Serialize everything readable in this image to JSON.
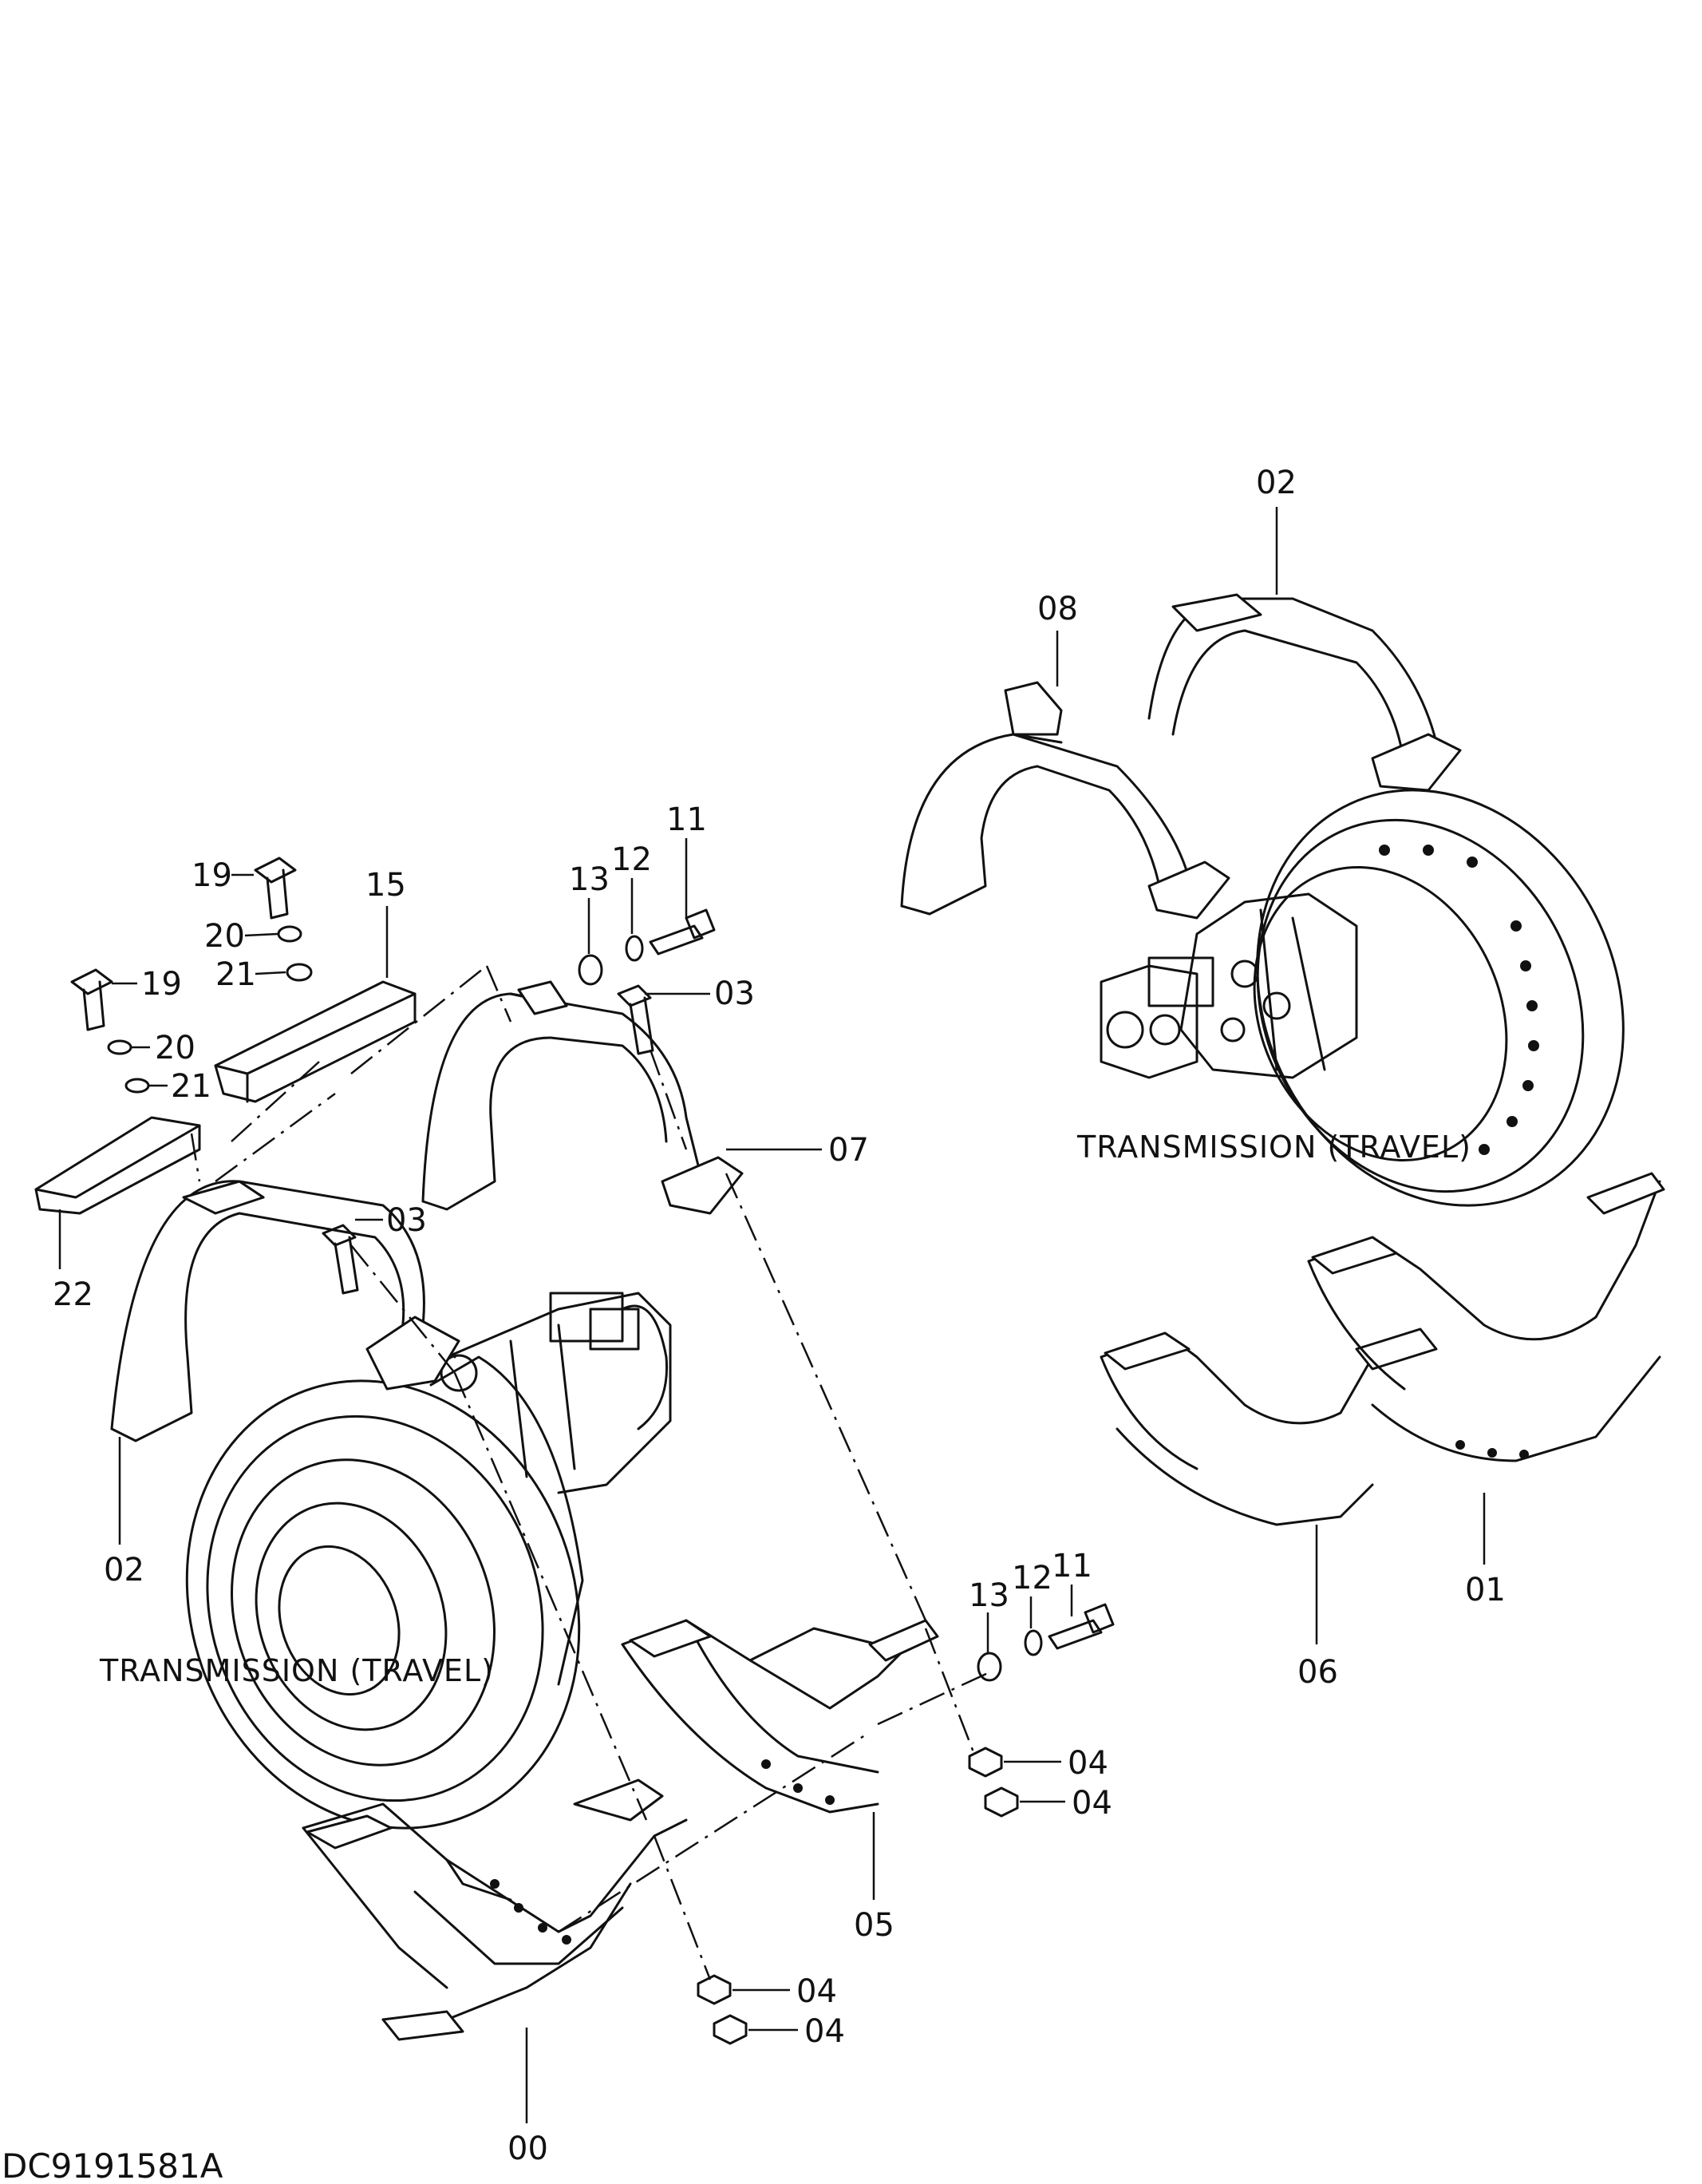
{
  "drawing_code": "DC9191581A",
  "assembly_labels": {
    "left": "TRANSMISSION  (TRAVEL)",
    "right": "TRANSMISSION  (TRAVEL)"
  },
  "callouts": {
    "c00": "00",
    "c01": "01",
    "c02_left": "02",
    "c02_right": "02",
    "c03_upper": "03",
    "c03_lower": "03",
    "c04_a": "04",
    "c04_b": "04",
    "c04_c": "04",
    "c04_d": "04",
    "c05": "05",
    "c06": "06",
    "c07": "07",
    "c08": "08",
    "c11_upper": "11",
    "c11_lower": "11",
    "c12_upper": "12",
    "c12_lower": "12",
    "c13_upper": "13",
    "c13_lower": "13",
    "c15": "15",
    "c19_upper": "19",
    "c19_lower": "19",
    "c20_upper": "20",
    "c20_lower": "20",
    "c21_upper": "21",
    "c21_lower": "21",
    "c22": "22"
  }
}
